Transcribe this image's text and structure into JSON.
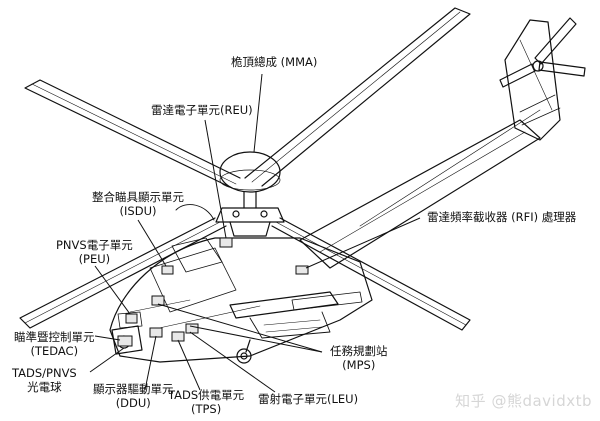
{
  "labels": {
    "mma": "桅頂總成 (MMA)",
    "reu": "雷達電子單元(REU)",
    "isdu_line1": "整合瞄具顯示單元",
    "isdu_line2": "(ISDU)",
    "rfi": "雷達頻率截收器 (RFI) 處理器",
    "peu_line1": "PNVS電子單元",
    "peu_line2": "(PEU)",
    "tedac_line1": "瞄準暨控制單元",
    "tedac_line2": "(TEDAC)",
    "tads_line1": "TADS/PNVS",
    "tads_line2": "光電球",
    "ddu_line1": "顯示器驅動單元",
    "ddu_line2": "(DDU)",
    "tps_line1": "TADS供電單元",
    "tps_line2": "(TPS)",
    "leu": "雷射電子單元(LEU)",
    "mps_line1": "任務規劃站",
    "mps_line2": "(MPS)"
  },
  "watermark": "知乎 @熊davidxtb"
}
